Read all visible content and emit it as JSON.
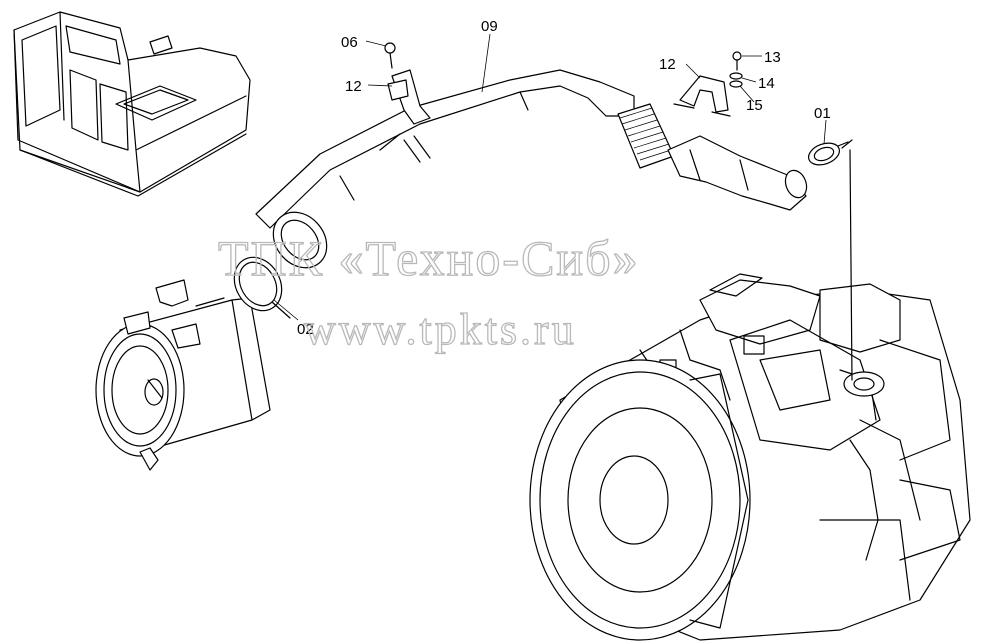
{
  "labels": {
    "p01": "01",
    "p02": "02",
    "p06": "06",
    "p09": "09",
    "p12a": "12",
    "p12b": "12",
    "p13": "13",
    "p14": "14",
    "p15": "15"
  },
  "watermark": {
    "line1": "ТПК «Техно-Сиб»",
    "line2": "www.tpkts.ru"
  }
}
